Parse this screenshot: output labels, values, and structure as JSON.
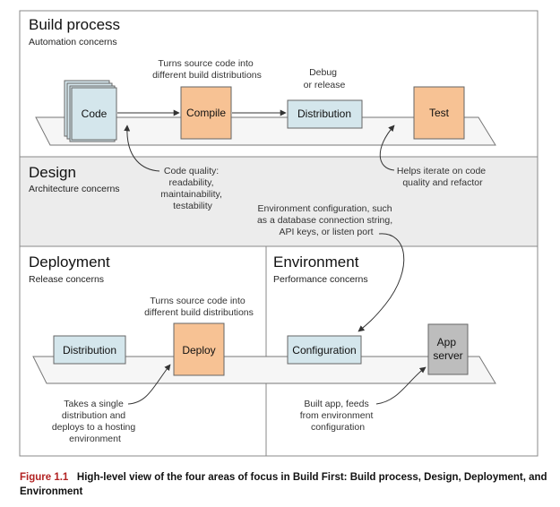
{
  "sections": {
    "build": {
      "title": "Build process",
      "subtitle": "Automation concerns"
    },
    "design": {
      "title": "Design",
      "subtitle": "Architecture concerns"
    },
    "deployment": {
      "title": "Deployment",
      "subtitle": "Release concerns"
    },
    "environment": {
      "title": "Environment",
      "subtitle": "Performance concerns"
    }
  },
  "boxes": {
    "code": "Code",
    "compile": "Compile",
    "distribution_build": "Distribution",
    "test": "Test",
    "distribution_deploy": "Distribution",
    "deploy": "Deploy",
    "configuration": "Configuration",
    "app_server": [
      "App",
      "server"
    ]
  },
  "notes": {
    "compile_note": [
      "Turns source code into",
      "different build distributions"
    ],
    "distribution_note": [
      "Debug",
      "or release"
    ],
    "code_quality": [
      "Code quality:",
      "readability,",
      "maintainability,",
      "testability"
    ],
    "test_note": [
      "Helps iterate on code",
      "quality and refactor"
    ],
    "env_config": [
      "Environment configuration, such",
      "as a database connection string,",
      "API keys, or listen port"
    ],
    "deploy_note": [
      "Turns source code into",
      "different build distributions"
    ],
    "single_dist": [
      "Takes a single",
      "distribution and",
      "deploys to a hosting",
      "environment"
    ],
    "built_app": [
      "Built app, feeds",
      "from environment",
      "configuration"
    ]
  },
  "caption": {
    "label": "Figure 1.1",
    "text": "High-level view of the four areas of focus in Build First: Build process, Design, Deployment, and Environment"
  },
  "colors": {
    "blue_box": "#d4e6ec",
    "orange_box": "#f7c294",
    "gray_box": "#bdbdbd",
    "design_band": "#ececec",
    "border": "#777777"
  }
}
